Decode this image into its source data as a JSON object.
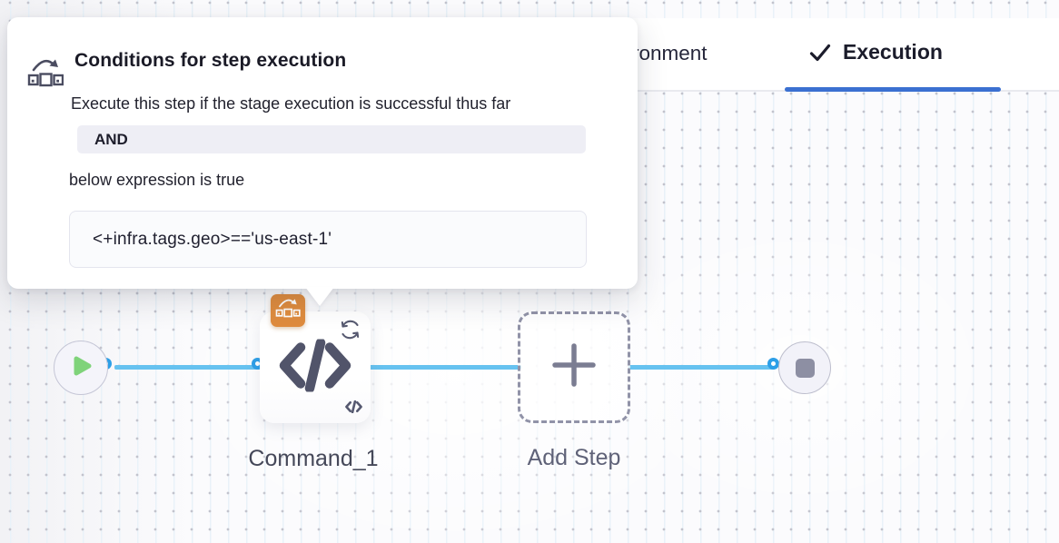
{
  "popover": {
    "icon": "conditional-execution-icon",
    "title": "Conditions for step execution",
    "subtitle": "Execute this step if the stage execution is successful thus far",
    "operator": "AND",
    "expression_label": "below expression is true",
    "expression": "<+infra.tags.geo>=='us-east-1'"
  },
  "tabs": {
    "partial": {
      "label": "ronment"
    },
    "active": {
      "label": "Execution",
      "icon": "check-icon",
      "underline_color": "#3b70d1"
    }
  },
  "pipeline": {
    "start_node": {
      "icon": "play-icon"
    },
    "step": {
      "label": "Command_1",
      "main_icon": "code-icon",
      "loop_icon": "looping-strategy-icon",
      "mini_icon": "code-mini-icon",
      "badge_icon": "conditional-execution-badge-icon"
    },
    "add_step": {
      "label": "Add Step",
      "icon": "plus-icon"
    },
    "end_node": {
      "icon": "stop-icon"
    }
  },
  "colors": {
    "accent_blue": "#3b70d1",
    "connector_line": "#66c2f0",
    "connector_ring": "#2d9fe7",
    "badge_orange": "#df8c3e",
    "play_green": "#7fd37a",
    "icon_slate": "#51546a"
  }
}
